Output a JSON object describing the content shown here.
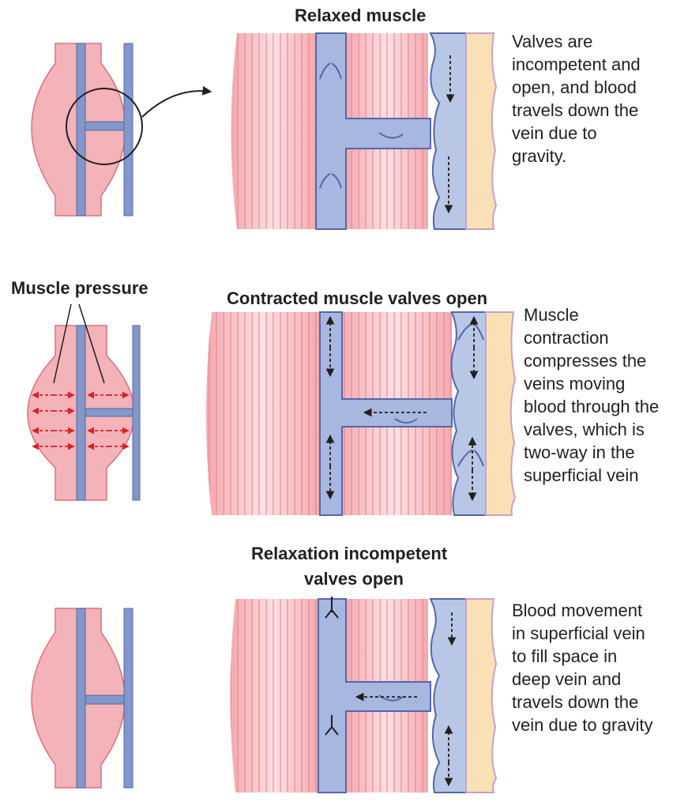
{
  "colors": {
    "muscle": "#f4b3b8",
    "muscle_stripe": "#e0707a",
    "vein": "#8497c9",
    "vein_dark": "#5566a8",
    "superficial": "#b8c7e6",
    "skin": "#f9e1b5",
    "skin_edge": "#c9a0c8",
    "arrow_red": "#d8202b",
    "ink": "#231f20"
  },
  "panels": [
    {
      "title": "Relaxed muscle",
      "description_lines": [
        "Valves are",
        "incompetent and",
        "open, and blood",
        "travels down the",
        "vein due to",
        "gravity."
      ]
    },
    {
      "title": "Contracted muscle valves open",
      "side_label": "Muscle pressure",
      "description_lines": [
        "Muscle",
        "contraction",
        "compresses the",
        "veins moving",
        "blood through the",
        "valves, which is",
        "two-way in the",
        "superficial vein"
      ]
    },
    {
      "title_lines": [
        "Relaxation incompetent",
        "valves open"
      ],
      "description_lines": [
        "Blood movement",
        "in superficial vein",
        "to fill space in",
        "deep vein and",
        "travels down the",
        "vein due to gravity"
      ]
    }
  ]
}
